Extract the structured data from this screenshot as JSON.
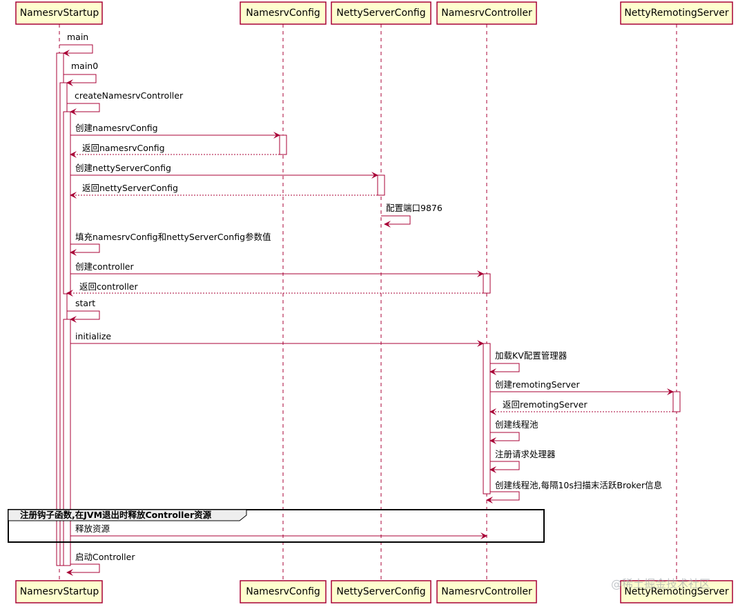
{
  "participants": [
    {
      "id": "startup",
      "label": "NamesrvStartup"
    },
    {
      "id": "config",
      "label": "NamesrvConfig"
    },
    {
      "id": "netty",
      "label": "NettyServerConfig"
    },
    {
      "id": "controller",
      "label": "NamesrvController"
    },
    {
      "id": "remoting",
      "label": "NettyRemotingServer"
    }
  ],
  "messages": [
    {
      "id": "m1",
      "text": "main",
      "kind": "self"
    },
    {
      "id": "m2",
      "text": "main0",
      "kind": "self"
    },
    {
      "id": "m3",
      "text": "createNamesrvController",
      "kind": "self"
    },
    {
      "id": "m4",
      "text": "创建namesrvConfig",
      "kind": "call"
    },
    {
      "id": "m5",
      "text": "返回namesrvConfig",
      "kind": "return"
    },
    {
      "id": "m6",
      "text": "创建nettyServerConfig",
      "kind": "call"
    },
    {
      "id": "m7",
      "text": "返回nettyServerConfig",
      "kind": "return"
    },
    {
      "id": "m8",
      "text": "配置端口9876",
      "kind": "self"
    },
    {
      "id": "m9",
      "text": "填充namesrvConfig和nettyServerConfig参数值",
      "kind": "self"
    },
    {
      "id": "m10",
      "text": "创建controller",
      "kind": "call"
    },
    {
      "id": "m11",
      "text": "返回controller",
      "kind": "return"
    },
    {
      "id": "m12",
      "text": "start",
      "kind": "self"
    },
    {
      "id": "m13",
      "text": "initialize",
      "kind": "call"
    },
    {
      "id": "m14",
      "text": "加载KV配置管理器",
      "kind": "self"
    },
    {
      "id": "m15",
      "text": "创建remotingServer",
      "kind": "call"
    },
    {
      "id": "m16",
      "text": "返回remotingServer",
      "kind": "return"
    },
    {
      "id": "m17",
      "text": "创建线程池",
      "kind": "self"
    },
    {
      "id": "m18",
      "text": "注册请求处理器",
      "kind": "self"
    },
    {
      "id": "m19",
      "text": "创建线程池,每隔10s扫描末活跃Broker信息",
      "kind": "self"
    },
    {
      "id": "m20",
      "text": "释放资源",
      "kind": "call"
    },
    {
      "id": "m21",
      "text": "启动Controller",
      "kind": "self"
    }
  ],
  "group": {
    "label": "注册钩子函数,在JVM退出时释放Controller资源"
  },
  "watermark": "@稀土掘金技术社区",
  "colors": {
    "line": "#A80036",
    "participant_fill": "#FEFECE",
    "group_tab": "#EEEEEE"
  }
}
